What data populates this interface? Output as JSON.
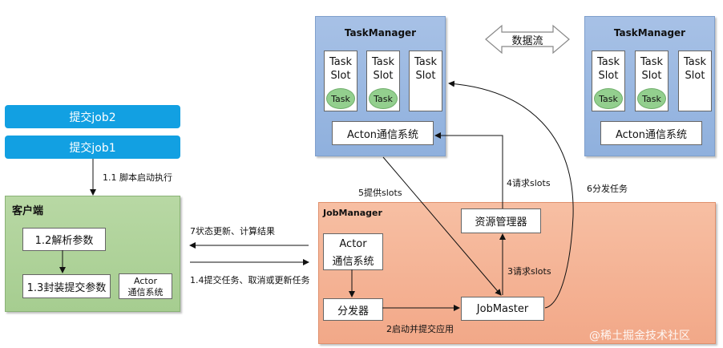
{
  "tm_left": {
    "title": "TaskManager",
    "slots": [
      {
        "label": "Task\nSlot",
        "task": "Task"
      },
      {
        "label": "Task\nSlot",
        "task": "Task"
      },
      {
        "label": "Task\nSlot",
        "task": ""
      }
    ],
    "actor": "Acton通信系统"
  },
  "tm_right": {
    "title": "TaskManager",
    "slots": [
      {
        "label": "Task\nSlot",
        "task": "Task"
      },
      {
        "label": "Task\nSlot",
        "task": "Task"
      },
      {
        "label": "Task\nSlot",
        "task": ""
      }
    ],
    "actor": "Acton通信系统"
  },
  "data_flow": "数据流",
  "submit_job2": "提交job2",
  "submit_job1": "提交job1",
  "step_1_1": "1.1 脚本启动执行",
  "client": {
    "title": "客户端",
    "parse": "1.2解析参数",
    "package": "1.3封装提交参数",
    "actor_line1": "Actor",
    "actor_line2": "通信系统"
  },
  "edge_status": "7状态更新、计算结果",
  "edge_submit": "1.4提交任务、取消或更新任务",
  "jobmanager": {
    "title": "JobManager",
    "actor_line1": "Actor",
    "actor_line2": "通信系统",
    "dispatcher": "分发器",
    "resource_manager": "资源管理器",
    "jobmaster": "JobMaster"
  },
  "edge_5": "5提供slots",
  "edge_4": "4请求slots",
  "edge_6": "6分发任务",
  "edge_3": "3请求slots",
  "edge_2": "2启动并提交应用",
  "watermark": "@稀土掘金技术社区"
}
